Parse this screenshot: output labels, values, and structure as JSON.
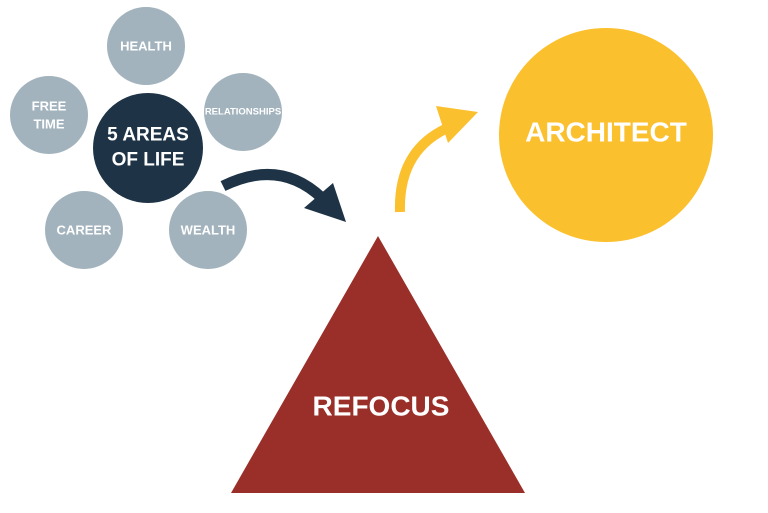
{
  "center": {
    "label_line1": "5 AREAS",
    "label_line2": "OF LIFE"
  },
  "areas": {
    "health": "HEALTH",
    "relationships": "RELATIONSHIPS",
    "free_time_line1": "FREE",
    "free_time_line2": "TIME",
    "career": "CAREER",
    "wealth": "WEALTH"
  },
  "refocus_label": "REFOCUS",
  "architect_label": "ARCHITECT",
  "colors": {
    "area_circle": "#a2b3bd",
    "center_circle": "#1e3446",
    "dark_arrow": "#1e3446",
    "triangle": "#9a2f29",
    "architect_circle": "#fbc02d",
    "yellow_arrow": "#fbc02d",
    "text_on_shapes": "#ffffff"
  }
}
